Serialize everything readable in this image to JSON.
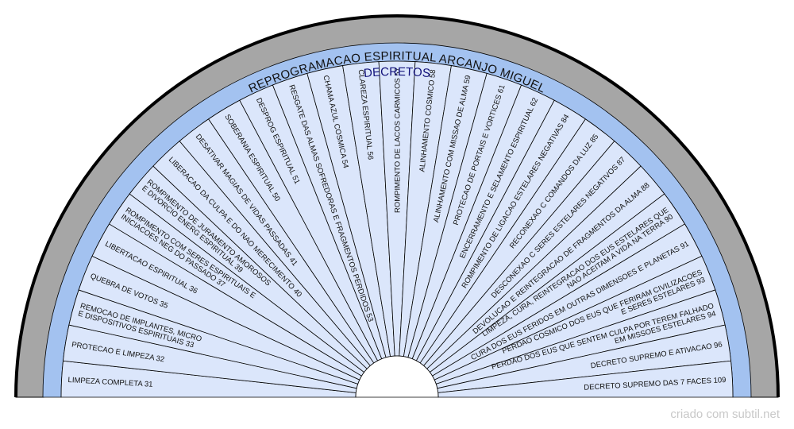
{
  "title": "REPROGRAMACAO ESPIRITUAL ARCANJO MIGUEL",
  "subtitle": "DECRETOS",
  "footer": "criado com subtil.net",
  "colors": {
    "outer_ring": "#a6a6a6",
    "inner_ring": "#a3c2f0",
    "sector_fill": "#dbe6fb",
    "line": "#000000",
    "hub": "#ffffff"
  },
  "items": [
    [
      "LIMPEZA COMPLETA 31"
    ],
    [
      "PROTECAO E LIMPEZA 32"
    ],
    [
      "REMOCAO DE IMPLANTES, MICRO",
      "E DISPOSITIVOS ESPIRITUAIS 33"
    ],
    [
      "QUEBRA DE VOTOS  35"
    ],
    [
      "LIBERTACAO ESPIRITUAL 36"
    ],
    [
      "ROMPIMENTO COM SERES ESPIRITUAIS E",
      "INICIACOES NEG DO PASSADO 37"
    ],
    [
      "ROMPIMENTO DE JURAMENTO AMOROSOS",
      "E DIVORCIO ENERG ESPIRITUAL 39"
    ],
    [
      "LIBERACAO DA CULPA E DO NAO MERECIMENTO 40"
    ],
    [
      "DESATIVAR MAGIAS DE VIDAS PASSADAS 41"
    ],
    [
      "SOBERANIA ESPIRITUAL 50"
    ],
    [
      "DESPROG ESPIRITUAL 51"
    ],
    [
      "RESGATE DAS ALMAS SOFREDORAS E FRAGMENTOS PERDIDOS 53"
    ],
    [
      "CHAMA AZUL COSMICA 54"
    ],
    [
      "CLAREZA ESPIRITUAL 56"
    ],
    [
      "ROMPIMENTO DE LACOS CARMICOS 57"
    ],
    [
      "ALINHAMENTO COSMICO 58"
    ],
    [
      "ALINHAMENTO COM MISSAO DE ALMA 59"
    ],
    [
      "PROTECAO DE PORTAIS E VORTICES 61"
    ],
    [
      "ENCERRAMENTO E SELAMENTO ESPIRITUAL 62"
    ],
    [
      "ROMPIMENTO DE LIGACAO ESTELARES NEGATIVAS 84"
    ],
    [
      "RECONEXAO C COMANDOS DA LUZ 85"
    ],
    [
      "DESCONEXAO C SERES ESTELARES NEGATIVOS 87"
    ],
    [
      "DEVOLUCAO E REINTEGRACAO DE FRAGMENTOS DA ALMA 88"
    ],
    [
      "LIMPEZA, CURA, REINTEGRACAO DOS EUS ESTELARES QUE",
      "NAO ACEITAM A VIDA NA TERRA 90"
    ],
    [
      "CURA DOS EUS FERIDOS EM OUTRAS DIMENSOES E PLANETAS 91"
    ],
    [
      "PERDAO COSMICO DOS EUS QUE FERIRAM CIVILIZACOES",
      "E SERES ESTELARES 93"
    ],
    [
      "PERDAO DOS EUS QUE SENTEM CULPA POR TEREM FALHADO",
      "EM MISSOES ESTELARES 94"
    ],
    [
      "DECRETO SUPREMO E ATIVACAO 96"
    ],
    [
      "DECRETO SUPREMO DAS 7 FACES 109"
    ]
  ]
}
